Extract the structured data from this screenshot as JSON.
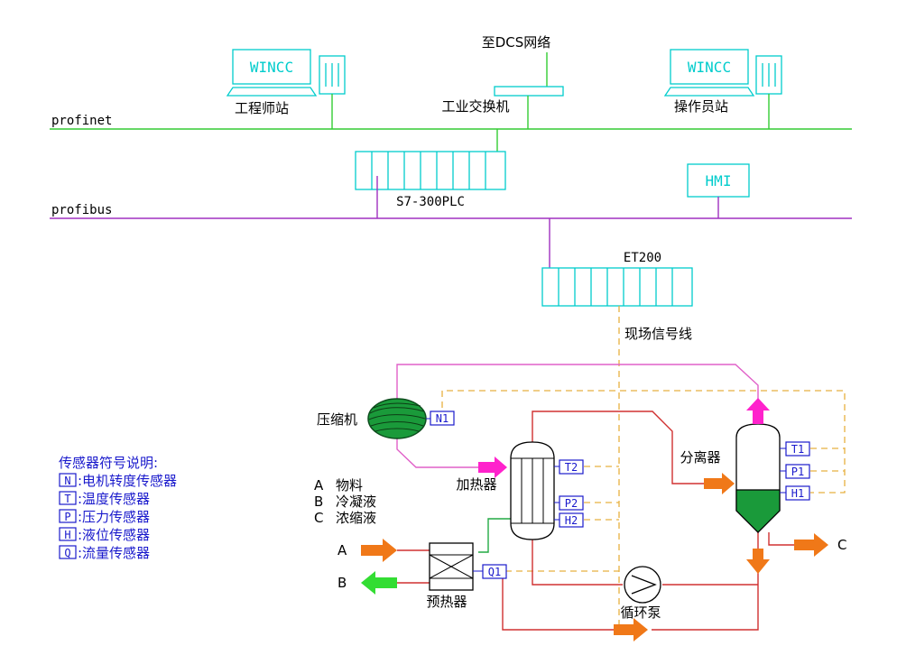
{
  "network": {
    "profinet_label": "profinet",
    "profibus_label": "profibus",
    "dcs_label": "至DCS网络",
    "switch_label": "工业交换机",
    "engineer_pc_screen": "WINCC",
    "engineer_pc_label": "工程师站",
    "operator_pc_screen": "WINCC",
    "operator_pc_label": "操作员站",
    "plc_label": "S7-300PLC",
    "hmi_label": "HMI",
    "et200_label": "ET200",
    "field_signal_label": "现场信号线"
  },
  "equipment": {
    "compressor": "压缩机",
    "heater": "加热器",
    "separator": "分离器",
    "preheater": "预热器",
    "pump": "循环泵"
  },
  "materials": {
    "items": [
      {
        "code": "A",
        "name": "物料"
      },
      {
        "code": "B",
        "name": "冷凝液"
      },
      {
        "code": "C",
        "name": "浓缩液"
      }
    ],
    "stream_a": "A",
    "stream_b": "B",
    "stream_c": "C"
  },
  "sensors": {
    "n1": "N1",
    "t2": "T2",
    "p2": "P2",
    "h2": "H2",
    "t1": "T1",
    "p1": "P1",
    "h1": "H1",
    "q1": "Q1"
  },
  "legend": {
    "title": "传感器符号说明:",
    "items": [
      {
        "symbol": "N",
        "text": ":电机转度传感器"
      },
      {
        "symbol": "T",
        "text": ":温度传感器"
      },
      {
        "symbol": "P",
        "text": ":压力传感器"
      },
      {
        "symbol": "H",
        "text": ":液位传感器"
      },
      {
        "symbol": "Q",
        "text": ":流量传感器"
      }
    ]
  },
  "colors": {
    "profinet": "#33cc33",
    "profibus": "#a030c0",
    "device": "#00cccc",
    "sensor": "#1a1acc",
    "signal_line": "#e8b040",
    "inlet_arrow": "#f07818",
    "outlet_arrow": "#33dd33",
    "vapor_arrow": "#ff22cc",
    "liquid": "#1a9a3a"
  }
}
